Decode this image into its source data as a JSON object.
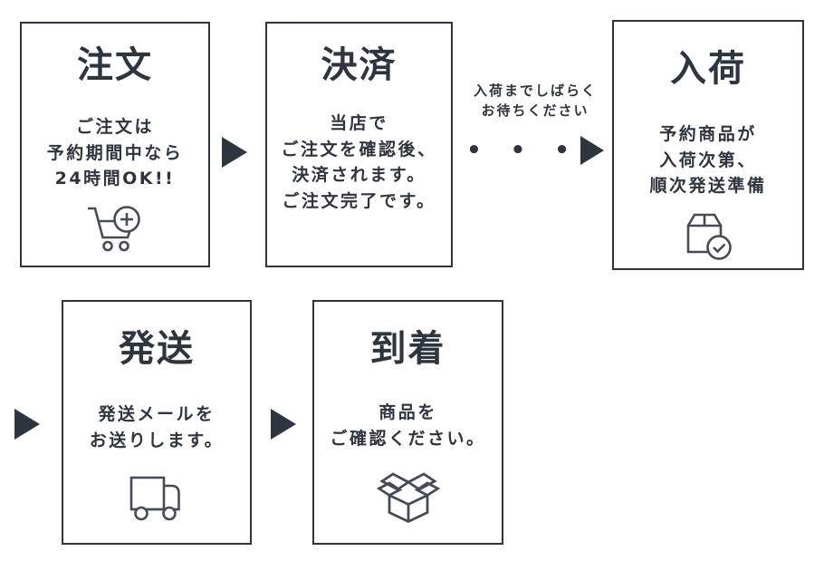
{
  "colors": {
    "ink": "#2e353f",
    "icon_stroke": "#454c55",
    "background": "#ffffff"
  },
  "steps": [
    {
      "title": "注文",
      "lines": [
        "ご注文は",
        "予約期間中なら",
        "24時間OK!!"
      ],
      "icon": "cart-plus-icon"
    },
    {
      "title": "決済",
      "lines": [
        "当店で",
        "ご注文を確認後、",
        "決済されます。",
        "ご注文完了です。"
      ],
      "icon": ""
    },
    {
      "title": "入荷",
      "lines": [
        "予約商品が",
        "入荷次第、",
        "順次発送準備"
      ],
      "icon": "box-check-icon"
    },
    {
      "title": "発送",
      "lines": [
        "発送メールを",
        "お送りします。"
      ],
      "icon": "truck-icon"
    },
    {
      "title": "到着",
      "lines": [
        "商品を",
        "ご確認ください。"
      ],
      "icon": "open-box-icon"
    }
  ],
  "wait_note": {
    "line1": "入荷までしばらく",
    "line2": "お待ちください",
    "dots": "•••"
  }
}
